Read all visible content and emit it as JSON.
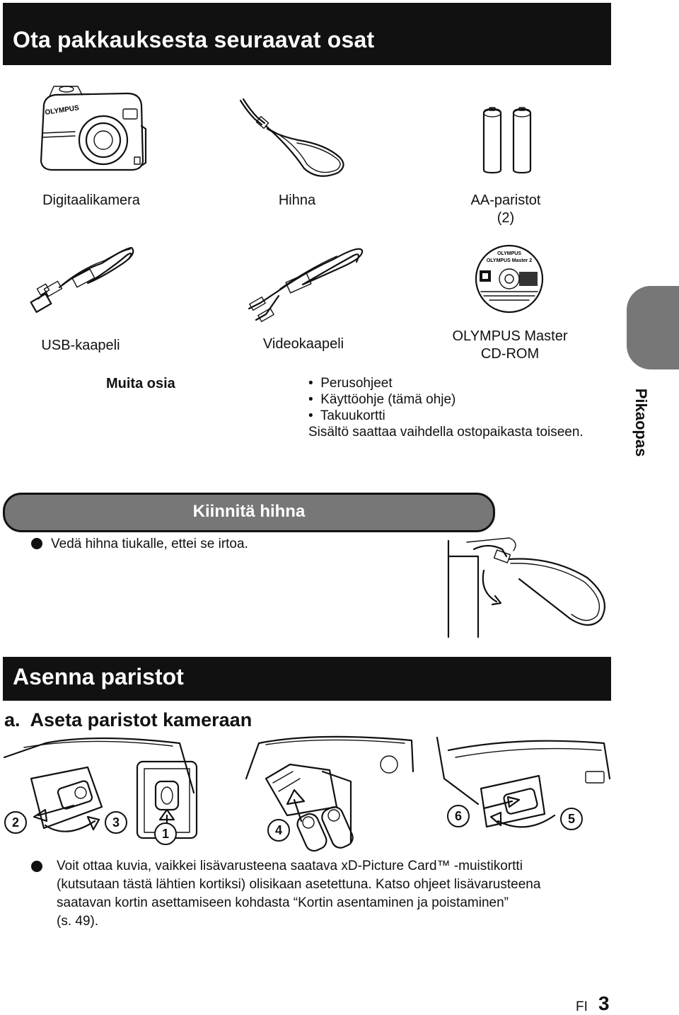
{
  "header": {
    "title": "Ota pakkauksesta seuraavat osat"
  },
  "package_items": [
    {
      "name": "Digitaalikamera"
    },
    {
      "name": "Hihna"
    },
    {
      "name": "AA-paristot",
      "sub": "(2)"
    },
    {
      "name": "USB-kaapeli"
    },
    {
      "name": "Videokaapeli"
    },
    {
      "name": "OLYMPUS Master",
      "sub": "CD-ROM"
    }
  ],
  "cd_label": {
    "brand": "OLYMPUS",
    "product": "OLYMPUS Master 2"
  },
  "other_parts": {
    "heading": "Muita osia",
    "items": [
      "Perusohjeet",
      "Käyttöohje (tämä ohje)",
      "Takuukortti"
    ],
    "note": "Sisältö saattaa vaihdella ostopaikasta toiseen."
  },
  "side_tab": {
    "label": "Pikaopas"
  },
  "strap_section": {
    "title": "Kiinnitä hihna",
    "instruction": "Vedä hihna tiukalle, ettei se irtoa."
  },
  "battery_section": {
    "title": "Asenna paristot",
    "step_prefix": "a.",
    "step_title": "Aseta paristot kameraan",
    "step_numbers": [
      "1",
      "2",
      "3",
      "4",
      "5",
      "6"
    ],
    "note_lines": [
      "Voit ottaa kuvia, vaikkei lisävarusteena saatava xD-Picture Card™ -muistikortti",
      "(kutsutaan tästä lähtien kortiksi) olisikaan asetettuna. Katso ohjeet lisävarusteena",
      "saatavan kortin asettamiseen kohdasta “Kortin asentaminen ja poistaminen”",
      "(s. 49)."
    ]
  },
  "footer": {
    "lang": "FI",
    "page": "3"
  }
}
